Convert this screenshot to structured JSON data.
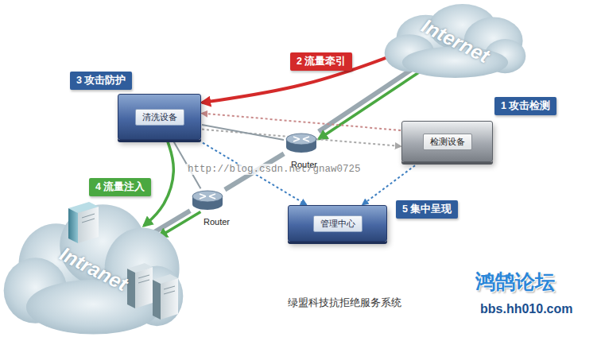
{
  "diagram": {
    "caption": "绿盟科技抗拒绝服务系统",
    "nodes": [
      {
        "text": [
          "Internet"
        ]
      },
      {
        "text": [
          "清洗设备"
        ]
      },
      {
        "text": [
          "Router"
        ]
      },
      {
        "text": [
          "检测设备"
        ]
      },
      {
        "text": [
          "Router"
        ]
      },
      {
        "text": [
          "管理中心"
        ]
      },
      {
        "text": [
          "Intranet"
        ]
      }
    ],
    "edges": [
      {
        "from": 0,
        "to": 2,
        "arrow": "none"
      },
      {
        "from": 2,
        "to": 4,
        "arrow": "none"
      },
      {
        "from": 4,
        "to": 6,
        "arrow": "none"
      },
      {
        "from": 0,
        "to": 1,
        "arrow": "to"
      },
      {
        "from": 0,
        "to": 2,
        "arrow": "to"
      },
      {
        "from": 4,
        "to": 6,
        "arrow": "to"
      },
      {
        "from": 1,
        "to": 6,
        "arrow": "to"
      },
      {
        "from": 3,
        "to": 1,
        "arrow": "to"
      },
      {
        "from": 1,
        "to": 3,
        "arrow": "to"
      },
      {
        "from": 1,
        "to": 2,
        "arrow": "none"
      },
      {
        "from": 1,
        "to": 4,
        "arrow": "none"
      },
      {
        "from": 1,
        "to": 5,
        "arrow": "to"
      },
      {
        "from": 3,
        "to": 5,
        "arrow": "to"
      }
    ],
    "labels": [
      "2 流量牵引",
      "3 攻击防护",
      "1 攻击检测",
      "http://blog.csdn.net/gnaw0725",
      "4 流量注入",
      "5 集中呈现",
      "鸿鹄论坛",
      "bbs.hh010.com"
    ]
  }
}
